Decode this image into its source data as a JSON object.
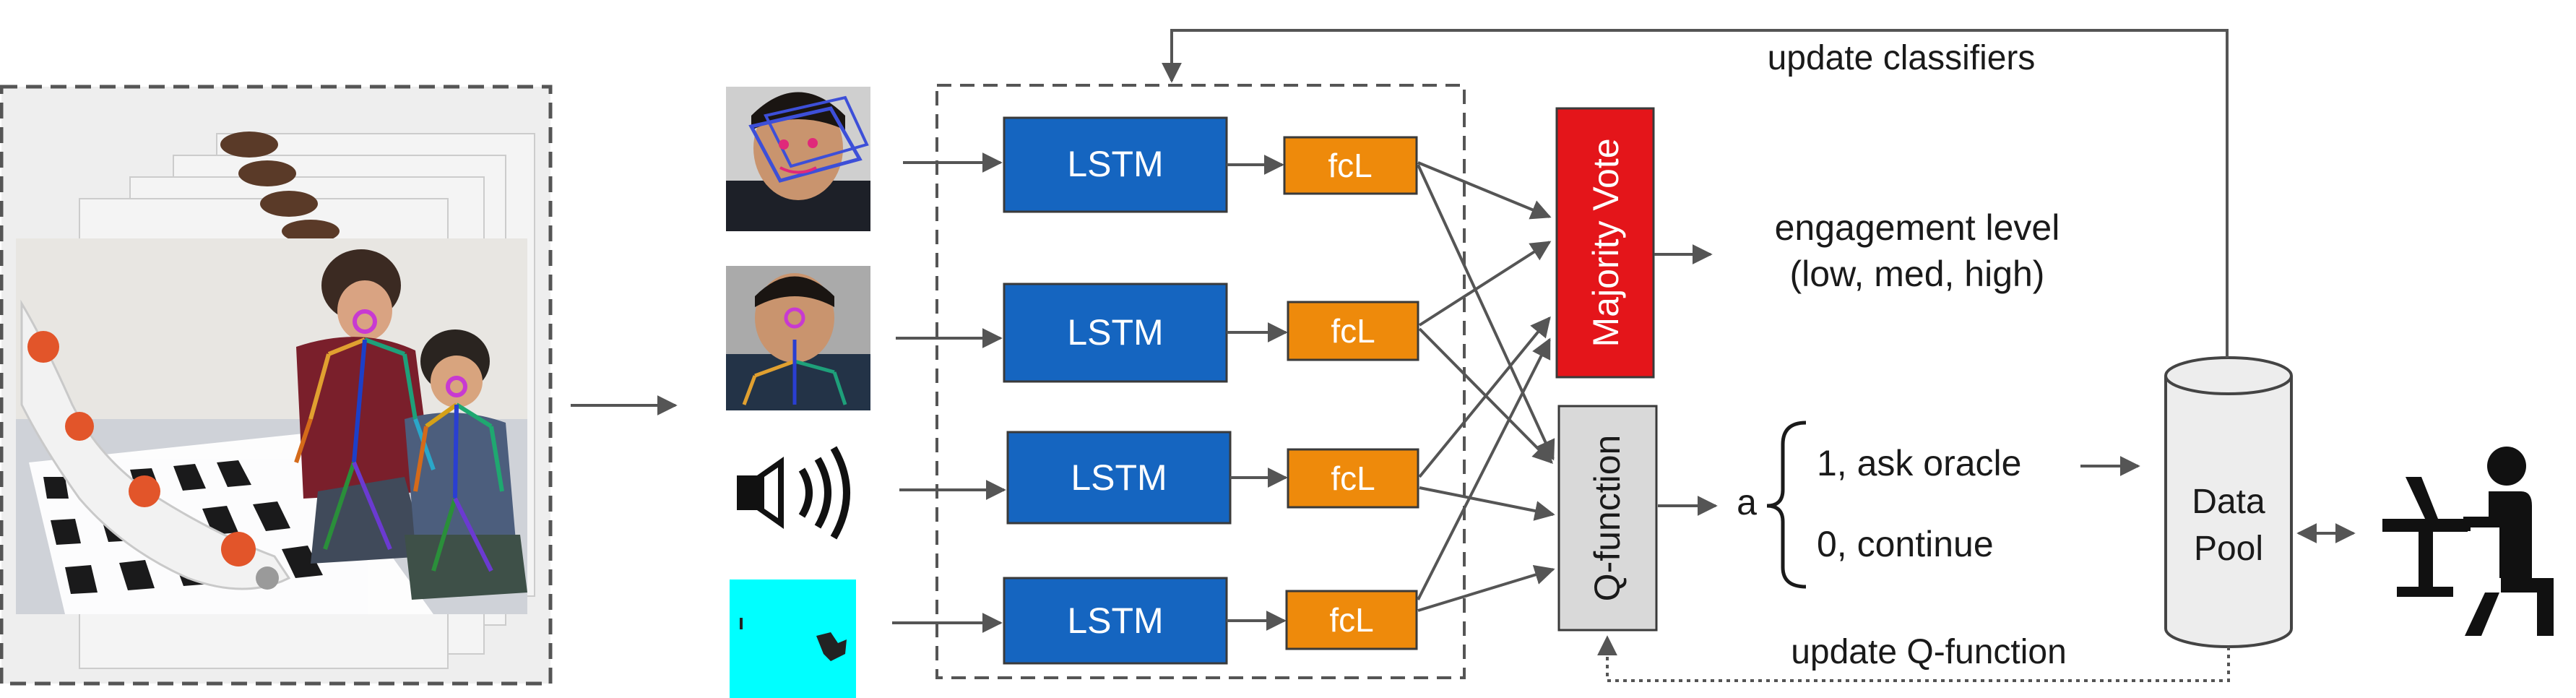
{
  "colors": {
    "lstm": "#1565C0",
    "fcl": "#EE8A0B",
    "majority_vote": "#E4151A",
    "q_function": "#D9D9D9",
    "data_pool": "#EDEDED",
    "arrow": "#555555",
    "cyan_frame": "#00FFFF"
  },
  "icons": {
    "speaker": "speaker-icon",
    "user_at_computer": "person-at-computer-icon"
  },
  "modules": {
    "lstm_label": "LSTM",
    "fcl_label": "fcL",
    "majority_vote_label": "Majority Vote",
    "q_function_label": "Q-function",
    "data_pool_line1": "Data",
    "data_pool_line2": "Pool"
  },
  "outputs": {
    "engagement_line1": "engagement level",
    "engagement_line2": "(low, med, high)",
    "action_symbol": "a",
    "action_ask": "1, ask oracle",
    "action_continue": "0, continue"
  },
  "feedback": {
    "update_classifiers": "update classifiers",
    "update_q_function": "update Q-function"
  }
}
